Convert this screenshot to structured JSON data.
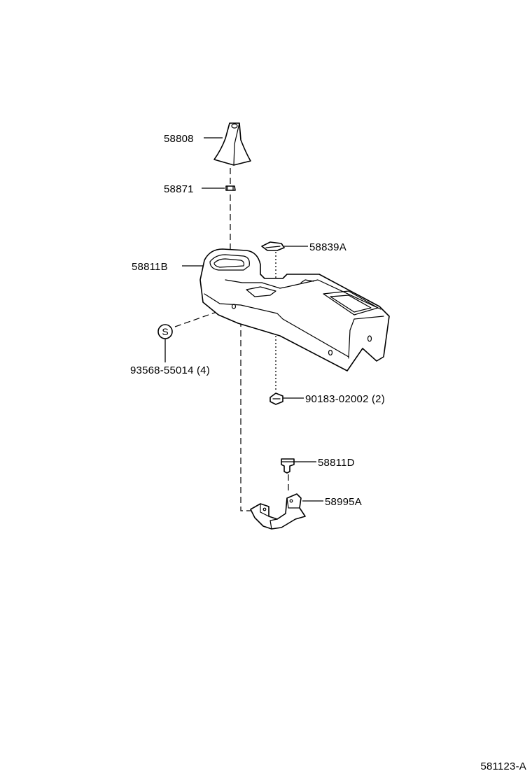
{
  "diagram": {
    "parts": [
      {
        "id": "p1",
        "label": "58808"
      },
      {
        "id": "p2",
        "label": "58871"
      },
      {
        "id": "p3",
        "label": "58839A"
      },
      {
        "id": "p4",
        "label": "58811B"
      },
      {
        "id": "p5",
        "label": "93568-55014 (4)"
      },
      {
        "id": "p6",
        "label": "90183-02002 (2)"
      },
      {
        "id": "p7",
        "label": "58811D"
      },
      {
        "id": "p8",
        "label": "58995A"
      }
    ],
    "screw_symbol": "S",
    "figure_code": "581123-A"
  }
}
